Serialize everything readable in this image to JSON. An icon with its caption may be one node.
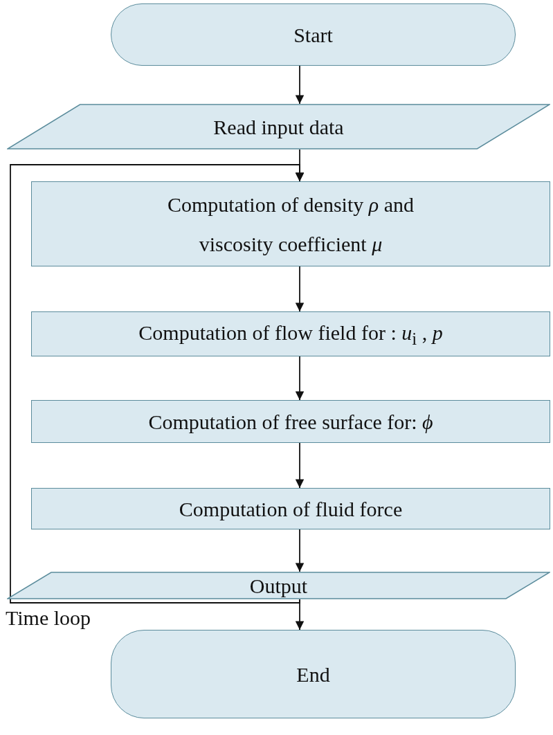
{
  "diagram": {
    "nodes": [
      {
        "text": [
          "Start"
        ]
      },
      {
        "text": [
          "Read input data"
        ]
      },
      {
        "text": [
          "Computation of density *ρ* and viscosity coefficient *μ*"
        ]
      },
      {
        "text": [
          "Computation of flow field for :  *u*$_{i}$ , *p*"
        ]
      },
      {
        "text": [
          "Computation of free surface for:  *ϕ*"
        ]
      },
      {
        "text": [
          "Computation of fluid force"
        ]
      },
      {
        "text": [
          "Output"
        ]
      },
      {
        "text": [
          "End"
        ]
      }
    ],
    "edges": [
      {
        "from": 0,
        "to": 1,
        "arrow": "to"
      },
      {
        "from": 1,
        "to": 2,
        "arrow": "to"
      },
      {
        "from": 2,
        "to": 3,
        "arrow": "to"
      },
      {
        "from": 3,
        "to": 4,
        "arrow": "to"
      },
      {
        "from": 4,
        "to": 5,
        "arrow": "to"
      },
      {
        "from": 5,
        "to": 6,
        "arrow": "to"
      },
      {
        "from": 6,
        "to": 7,
        "arrow": "to"
      },
      {
        "from": 6,
        "to": 2,
        "arrow": "to"
      }
    ],
    "labels": [
      "Time loop"
    ]
  }
}
